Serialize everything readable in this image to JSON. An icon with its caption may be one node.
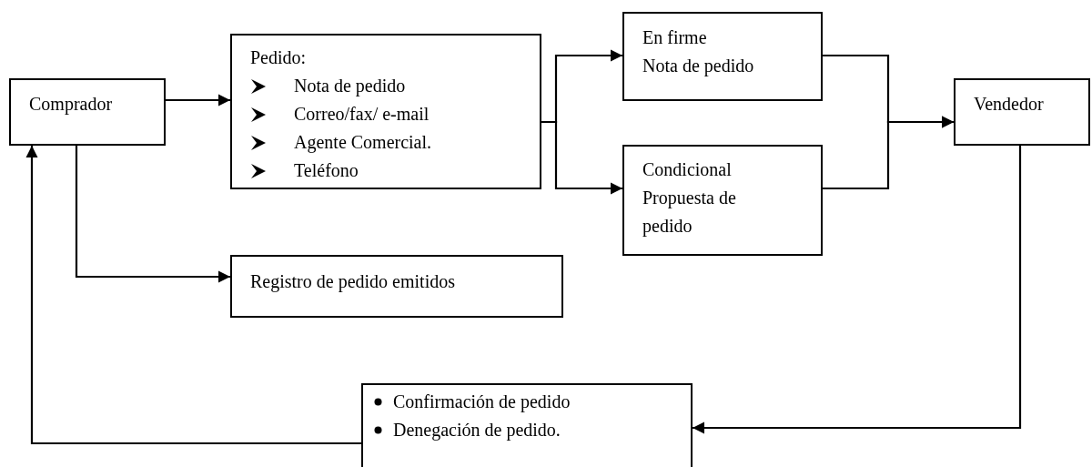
{
  "diagram": {
    "nodes": [
      {
        "text": [
          "Comprador"
        ]
      },
      {
        "text": [
          "Pedido:",
          "Nota de pedido",
          "Correo/fax/ e-mail",
          "Agente Comercial.",
          "Teléfono"
        ]
      },
      {
        "text": [
          "En firme",
          "Nota de pedido"
        ]
      },
      {
        "text": [
          "Condicional",
          "Propuesta de pedido"
        ]
      },
      {
        "text": [
          "Vendedor"
        ]
      },
      {
        "text": [
          "Registro de pedido emitidos"
        ]
      },
      {
        "text": [
          "Confirmación de pedido",
          "Denegación de pedido."
        ]
      }
    ],
    "edges": [
      {
        "from": 0,
        "to": 1,
        "arrow": "to"
      },
      {
        "from": 0,
        "to": 5,
        "arrow": "to"
      },
      {
        "from": 1,
        "to": 2,
        "arrow": "to"
      },
      {
        "from": 1,
        "to": 3,
        "arrow": "to"
      },
      {
        "from": 2,
        "to": 4,
        "arrow": "to"
      },
      {
        "from": 3,
        "to": 4,
        "arrow": "to"
      },
      {
        "from": 4,
        "to": 6,
        "arrow": "to"
      },
      {
        "from": 6,
        "to": 0,
        "arrow": "to"
      }
    ]
  }
}
